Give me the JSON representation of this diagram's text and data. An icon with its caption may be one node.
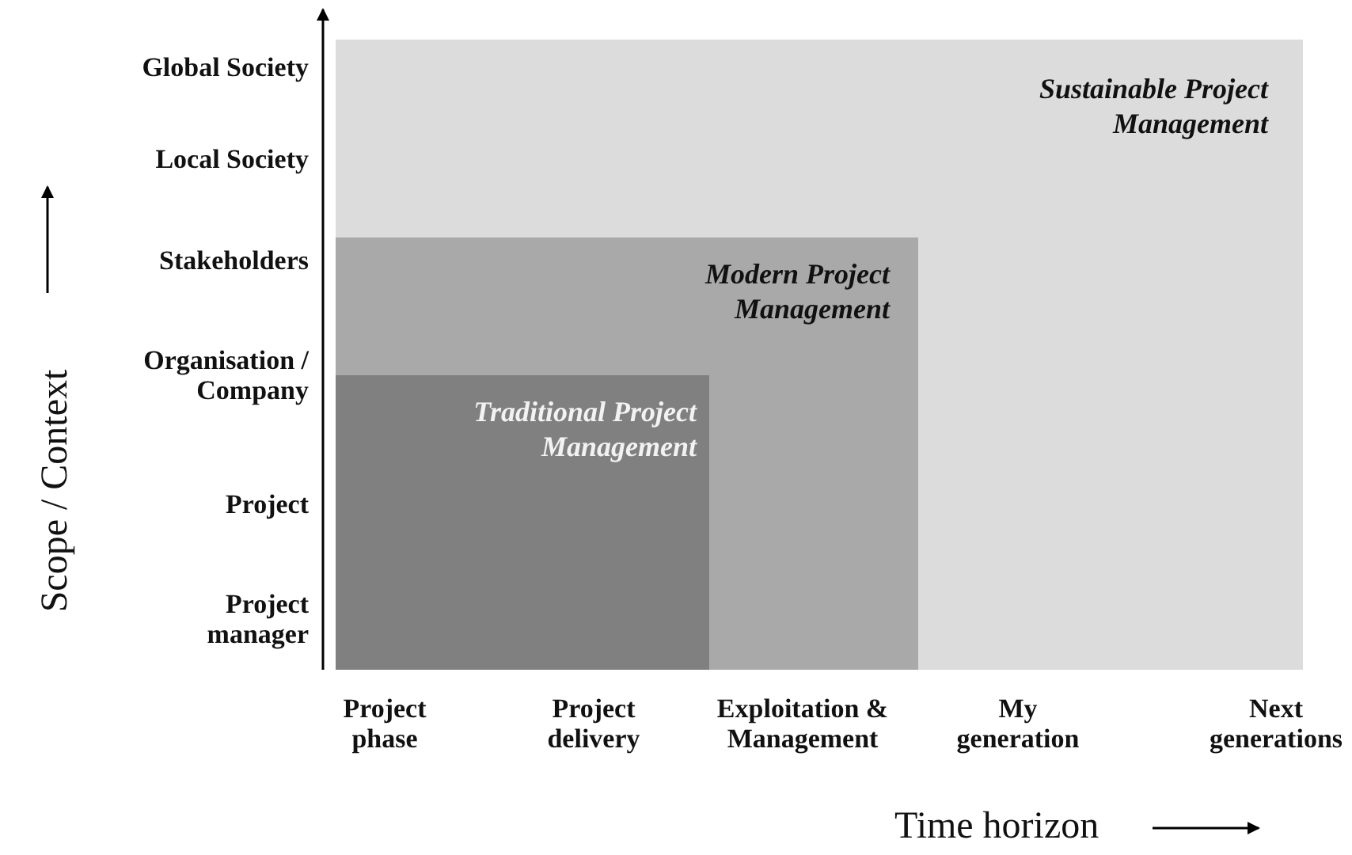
{
  "diagram": {
    "nodes": [
      {
        "text": [
          "Sustainable Project Management"
        ]
      },
      {
        "text": [
          "Modern Project Management"
        ],
        "in": 0
      },
      {
        "text": [
          "Traditional Project Management"
        ],
        "in": 1
      }
    ],
    "edges": [],
    "labels": [
      "Global Society",
      "Local Society",
      "Stakeholders",
      "Organisation / Company",
      "Project",
      "Project manager",
      "Project phase",
      "Project delivery",
      "Exploitation & Management",
      "My generation",
      "Next generations",
      "Scope / Context",
      "Time horizon"
    ]
  }
}
